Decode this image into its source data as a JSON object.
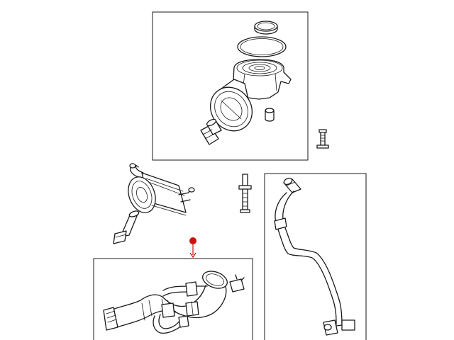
{
  "colors": {
    "line": "#1a1a1a",
    "background": "#ffffff",
    "callout_marker": "#cc1111"
  },
  "parts": [
    {
      "name": "oil-filter-housing-assembly"
    },
    {
      "name": "oil-cooler"
    },
    {
      "name": "stud-bolt"
    },
    {
      "name": "vacuum-line-assembly"
    },
    {
      "name": "air-intake-hose-assembly"
    }
  ]
}
